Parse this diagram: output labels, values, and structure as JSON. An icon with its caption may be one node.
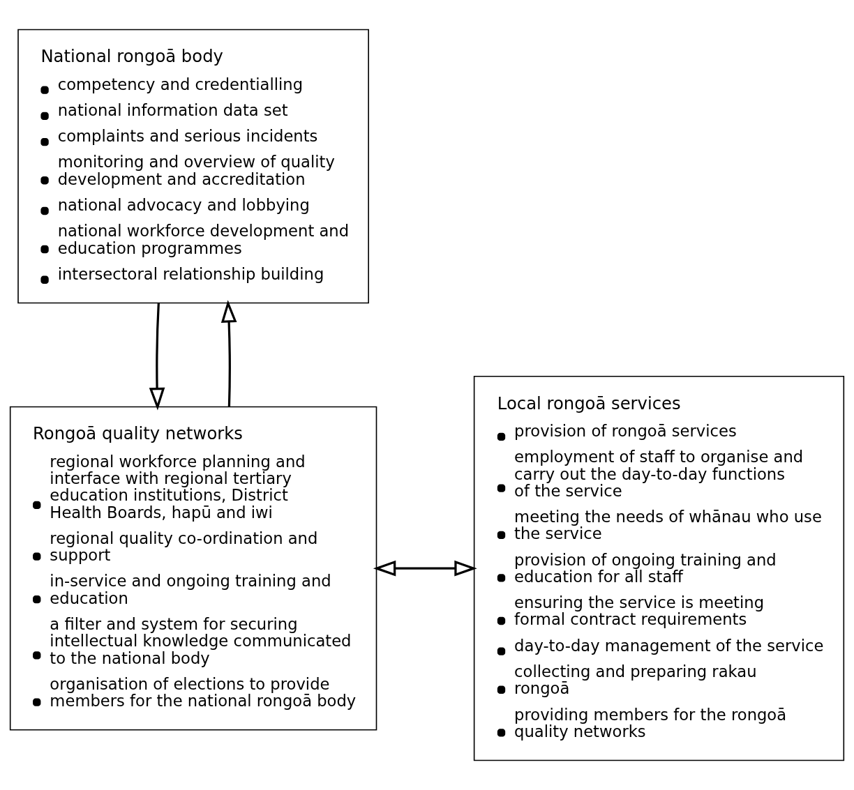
{
  "diagram": {
    "nodes": [
      {
        "text": [
          "National rongoā body",
          "competency and credentialling",
          "national information data set",
          "complaints and serious incidents",
          "monitoring and overview of quality development and accreditation",
          "national advocacy and lobbying",
          "national workforce development and education programmes",
          "intersectoral relationship building"
        ]
      },
      {
        "text": [
          "Rongoā quality networks",
          "regional workforce planning and interface with regional tertiary education institutions, District Health Boards, hapū and iwi",
          "regional quality co-ordination and support",
          "in-service and ongoing training and education",
          "a filter and system for securing intellectual knowledge communicated to the national body",
          "organisation of elections to provide members for the national rongoā body"
        ]
      },
      {
        "text": [
          "Local rongoā services",
          "provision of rongoā services",
          "employment of staff to organise and carry out the day-to-day functions of the service",
          "meeting the needs of whānau who use the service",
          "provision of ongoing training and education for all staff",
          "ensuring the service is meeting formal contract requirements",
          "day-to-day management of the service",
          "collecting and preparing rakau rongoā",
          "providing members for the rongoā quality networks"
        ]
      }
    ],
    "edges": [
      {
        "from": 1,
        "to": 0,
        "arrow": "to"
      },
      {
        "from": 0,
        "to": 1,
        "arrow": "to"
      },
      {
        "from": 1,
        "to": 2,
        "arrow": "both"
      }
    ]
  }
}
